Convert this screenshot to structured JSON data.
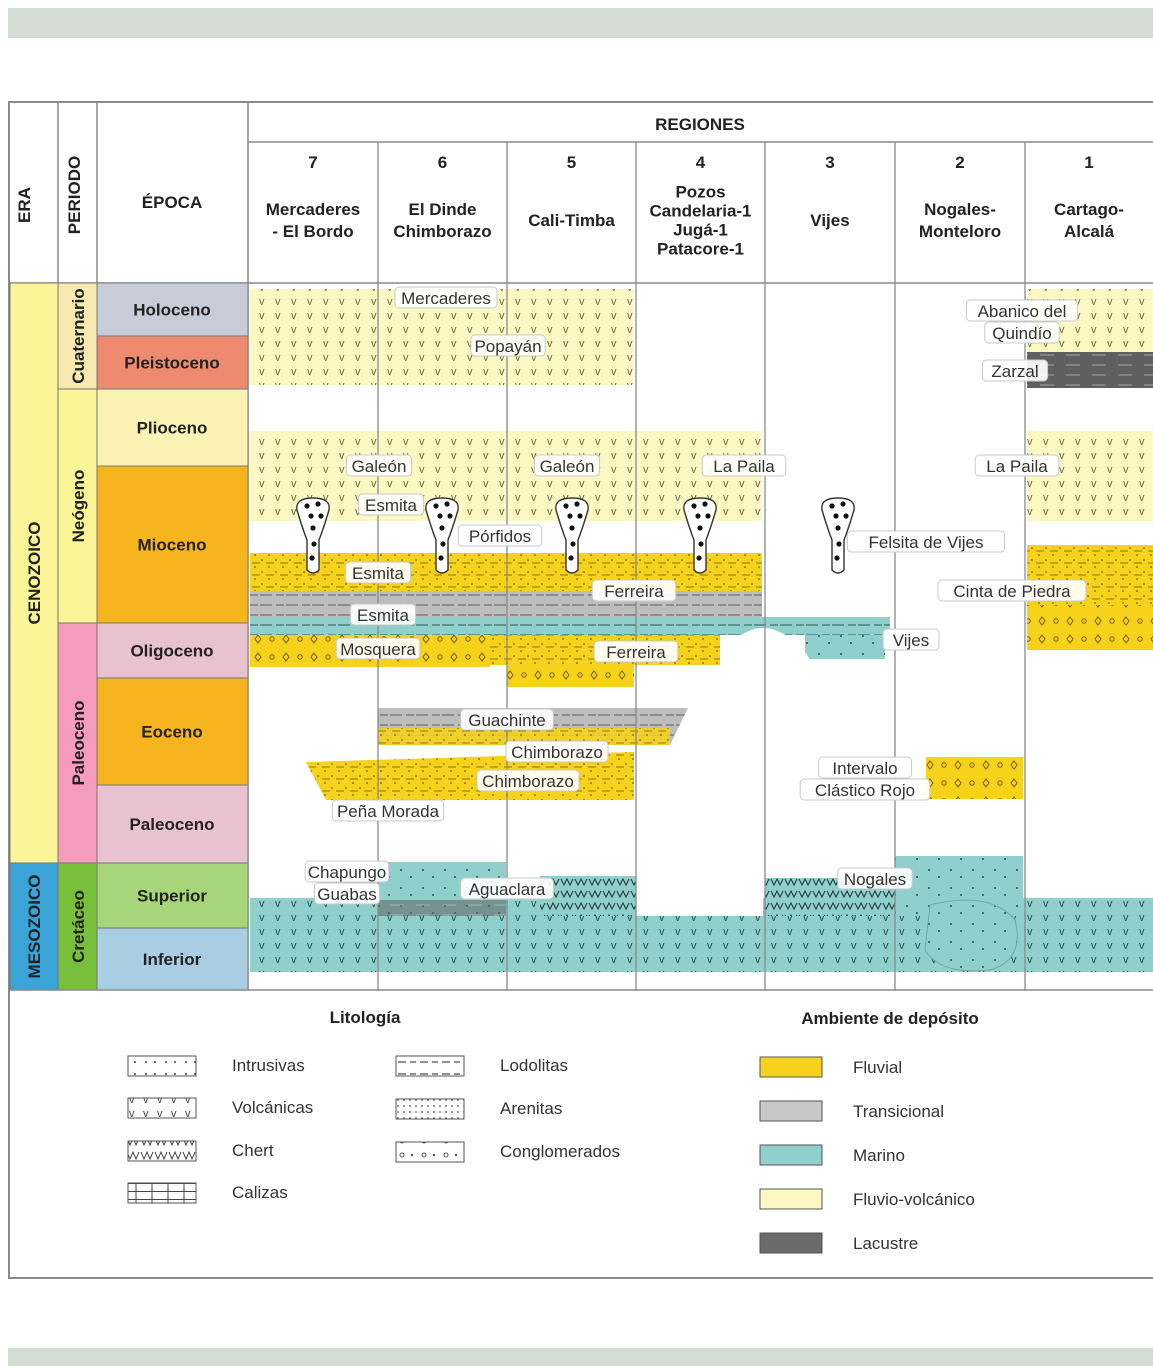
{
  "header": {
    "era": "ERA",
    "periodo": "PERIODO",
    "epoca": "ÉPOCA",
    "regiones": "REGIONES"
  },
  "regions": [
    {
      "num": "7",
      "lines": [
        "Mercaderes",
        "- El Bordo"
      ]
    },
    {
      "num": "6",
      "lines": [
        "El Dinde",
        "Chimborazo"
      ]
    },
    {
      "num": "5",
      "lines": [
        "Cali-Timba"
      ]
    },
    {
      "num": "4",
      "lines": [
        "Pozos",
        "Candelaria-1",
        "Jugá-1",
        "Patacore-1"
      ]
    },
    {
      "num": "3",
      "lines": [
        "Vijes"
      ]
    },
    {
      "num": "2",
      "lines": [
        "Nogales-",
        "Monteloro"
      ]
    },
    {
      "num": "1",
      "lines": [
        "Cartago-",
        "Alcalá"
      ]
    }
  ],
  "eras": [
    {
      "name": "CENOZOICO",
      "color": "#fbf598"
    },
    {
      "name": "MESOZOICO",
      "color": "#3aa4d8"
    }
  ],
  "periods": [
    {
      "name": "Cuaternario",
      "color": "#f7e9b0"
    },
    {
      "name": "Neógeno",
      "color": "#fbf598"
    },
    {
      "name": "Paleoceno",
      "color": "#f59bbb"
    },
    {
      "name": "Cretáceo",
      "color": "#78c03c"
    }
  ],
  "epochs": [
    {
      "name": "Holoceno",
      "color": "#c7ccd9"
    },
    {
      "name": "Pleistoceno",
      "color": "#ee8a70"
    },
    {
      "name": "Plioceno",
      "color": "#fbf3b4"
    },
    {
      "name": "Mioceno",
      "color": "#f6b51f"
    },
    {
      "name": "Oligoceno",
      "color": "#e9c2cf"
    },
    {
      "name": "Eoceno",
      "color": "#f6b51f"
    },
    {
      "name": "Paleoceno",
      "color": "#e9c2cf"
    },
    {
      "name": "Superior",
      "color": "#a6d57a"
    },
    {
      "name": "Inferior",
      "color": "#a9cde2"
    }
  ],
  "units": [
    "Mercaderes",
    "Popayán",
    "Abanico del",
    "Quindío",
    "Zarzal",
    "Galeón",
    "Galeón",
    "La Paila",
    "La Paila",
    "Esmita",
    "Pórfidos",
    "Felsita de Vijes",
    "Esmita",
    "Ferreira",
    "Cinta de Piedra",
    "Esmita",
    "Vijes",
    "Mosquera",
    "Ferreira",
    "Guachinte",
    "Chimborazo",
    "Chimborazo",
    "Intervalo",
    "Clástico Rojo",
    "Peña Morada",
    "Chapungo",
    "Guabas",
    "Aguaclara",
    "Nogales"
  ],
  "legend": {
    "lithology_title": "Litología",
    "lithology": [
      "Intrusivas",
      "Volcánicas",
      "Chert",
      "Calizas",
      "Lodolitas",
      "Arenitas",
      "Conglomerados"
    ],
    "environment_title": "Ambiente de depósito",
    "environments": [
      {
        "name": "Fluvial",
        "color": "#f6d21a"
      },
      {
        "name": "Transicional",
        "color": "#c8c8c8"
      },
      {
        "name": "Marino",
        "color": "#8fd0cd"
      },
      {
        "name": "Fluvio-volcánico",
        "color": "#fbf8c3"
      },
      {
        "name": "Lacustre",
        "color": "#6b6b6b"
      }
    ]
  }
}
